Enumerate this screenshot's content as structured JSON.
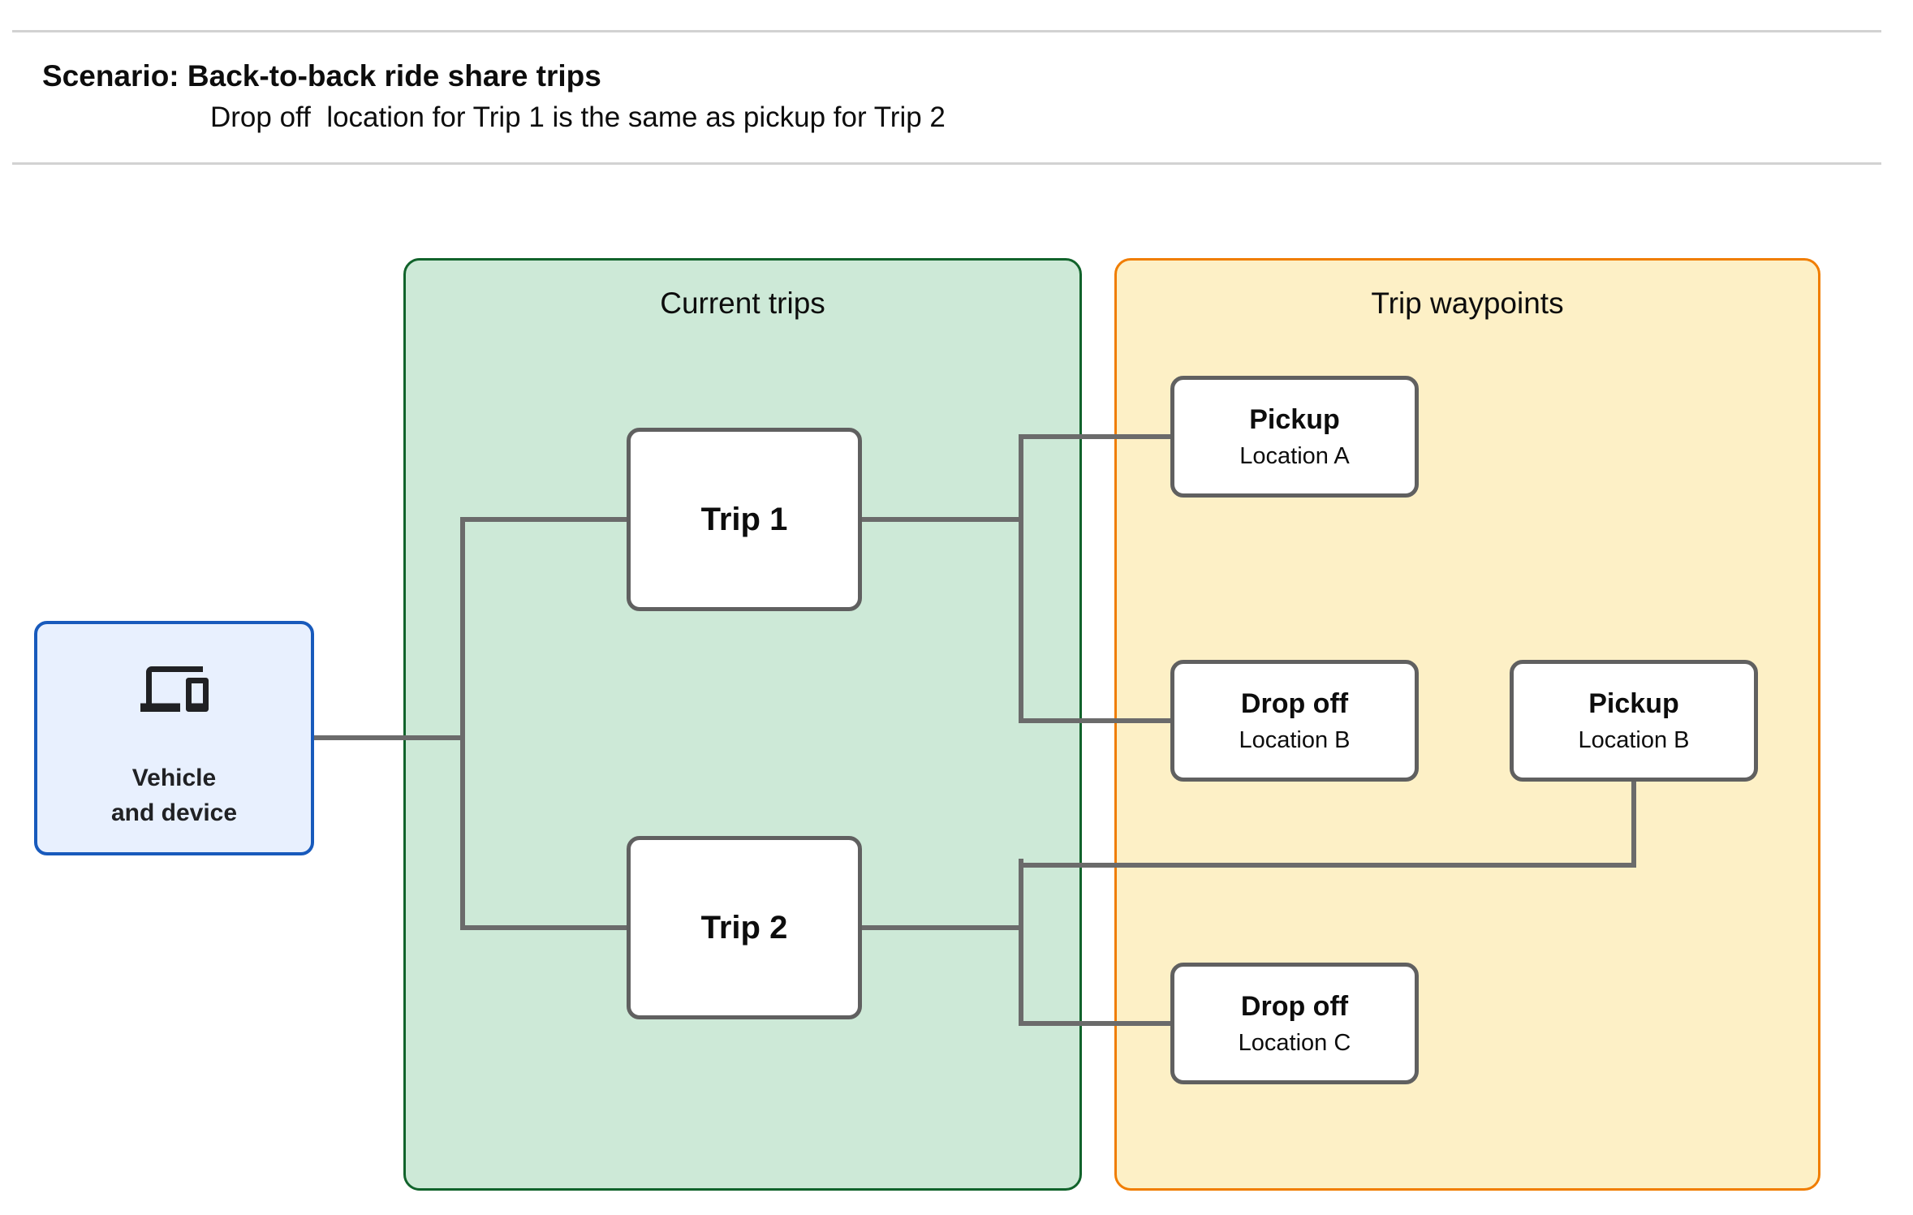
{
  "header": {
    "title": "Scenario: Back-to-back ride share trips",
    "subtitle": "Drop off  location for Trip 1 is the same as pickup for Trip 2"
  },
  "vehicle": {
    "icon": "devices-icon",
    "line1": "Vehicle",
    "line2": "and device"
  },
  "panels": {
    "current_trips": {
      "title": "Current trips",
      "trips": [
        {
          "label": "Trip 1"
        },
        {
          "label": "Trip 2"
        }
      ]
    },
    "trip_waypoints": {
      "title": "Trip waypoints",
      "waypoints": [
        {
          "type": "Pickup",
          "location": "Location A"
        },
        {
          "type": "Drop off",
          "location": "Location B"
        },
        {
          "type": "Pickup",
          "location": "Location B"
        },
        {
          "type": "Drop off",
          "location": "Location C"
        }
      ]
    }
  },
  "colors": {
    "page_bg": "#ffffff",
    "divider": "#d2d2d2",
    "text": "#0d0d0d",
    "green_fill": "#cde9d7",
    "green_border": "#11632b",
    "yellow_fill": "#fdf0c6",
    "orange_border": "#f07d00",
    "blue_fill": "#e8f0fe",
    "blue_border": "#185abc",
    "line_gray": "#6b6b6b",
    "node_border": "#606060",
    "icon_color": "#202124"
  }
}
